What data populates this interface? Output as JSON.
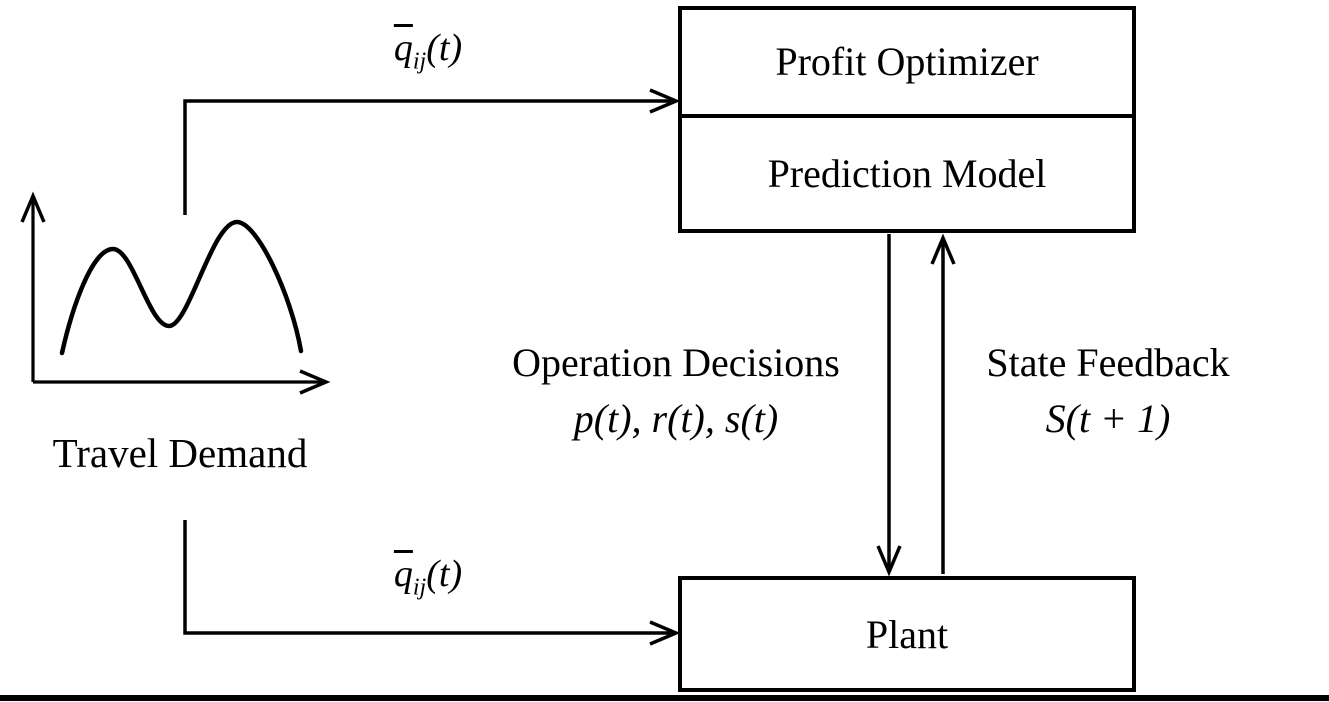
{
  "figure": {
    "optimizer_box": {
      "top_label": "Profit Optimizer",
      "bottom_label": "Prediction Model"
    },
    "plant_box": {
      "label": "Plant"
    },
    "arrows": {
      "demand_to_optimizer": {
        "base": "q",
        "sub": "ij",
        "rest": "(t)"
      },
      "demand_to_plant": {
        "base": "q",
        "sub": "ij",
        "rest": "(t)"
      },
      "operation_decisions": {
        "title": "Operation Decisions",
        "math": "p(t), r(t), s(t)"
      },
      "state_feedback": {
        "title": "State Feedback",
        "math": "S(t + 1)"
      }
    },
    "sketch": {
      "caption": "Travel Demand"
    },
    "colors": {
      "line": "#000000",
      "background": "#ffffff"
    }
  }
}
